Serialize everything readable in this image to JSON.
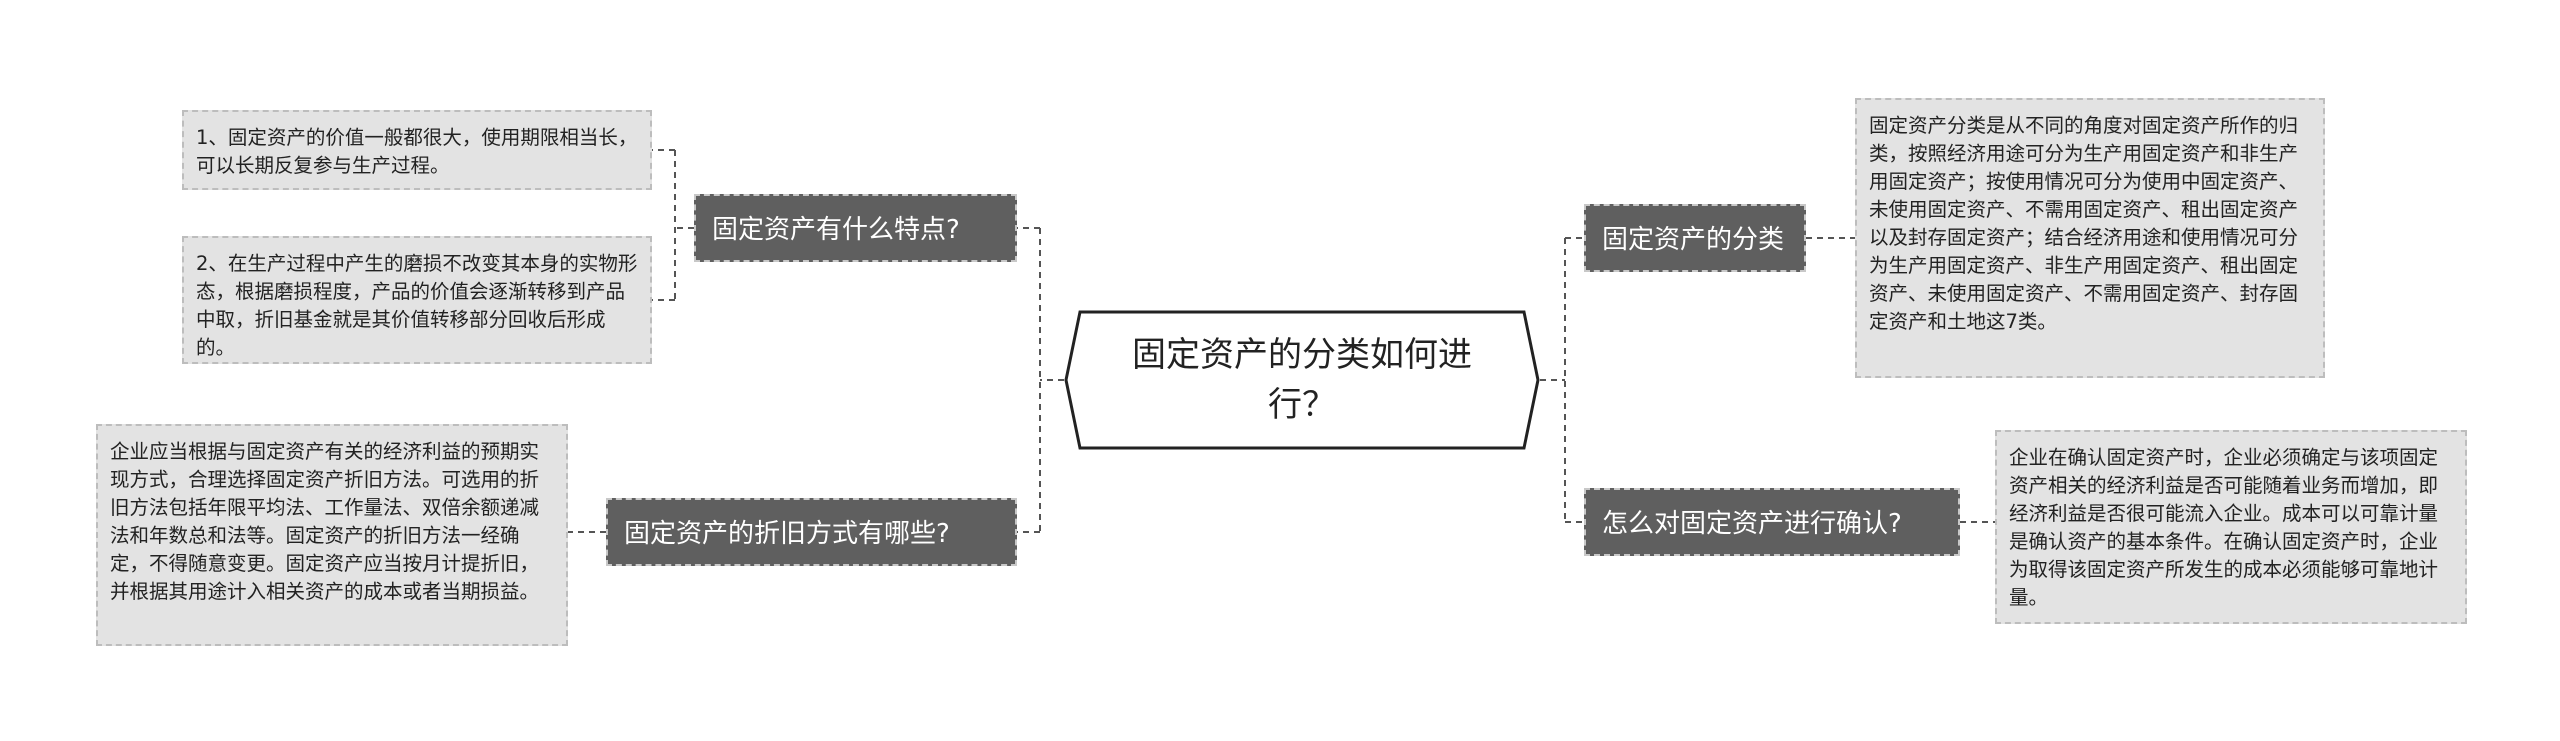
{
  "center": {
    "title": "固定资产的分类如何进行？"
  },
  "branches": [
    {
      "label": "固定资产有什么特点?",
      "leaves": [
        "1、固定资产的价值一般都很大，使用期限相当长，可以长期反复参与生产过程。",
        "2、在生产过程中产生的磨损不改变其本身的实物形态，根据磨损程度，产品的价值会逐渐转移到产品中取，折旧基金就是其价值转移部分回收后形成的。"
      ]
    },
    {
      "label": "固定资产的折旧方式有哪些?",
      "leaves": [
        "企业应当根据与固定资产有关的经济利益的预期实现方式，合理选择固定资产折旧方法。可选用的折旧方法包括年限平均法、工作量法、双倍余额递减法和年数总和法等。固定资产的折旧方法一经确定，不得随意变更。固定资产应当按月计提折旧，并根据其用途计入相关资产的成本或者当期损益。"
      ]
    },
    {
      "label": "固定资产的分类",
      "leaves": [
        "固定资产分类是从不同的角度对固定资产所作的归类，按照经济用途可分为生产用固定资产和非生产用固定资产；按使用情况可分为使用中固定资产、未使用固定资产、不需用固定资产、租出固定资产以及封存固定资产；结合经济用途和使用情况可分为生产用固定资产、非生产用固定资产、租出固定资产、未使用固定资产、不需用固定资产、封存固定资产和土地这7类。"
      ]
    },
    {
      "label": "怎么对固定资产进行确认?",
      "leaves": [
        "企业在确认固定资产时，企业必须确定与该项固定资产相关的经济利益是否可能随着业务而增加，即经济利益是否很可能流入企业。成本可以可靠计量是确认资产的基本条件。在确认固定资产时，企业为取得该固定资产所发生的成本必须能够可靠地计量。"
      ]
    }
  ]
}
